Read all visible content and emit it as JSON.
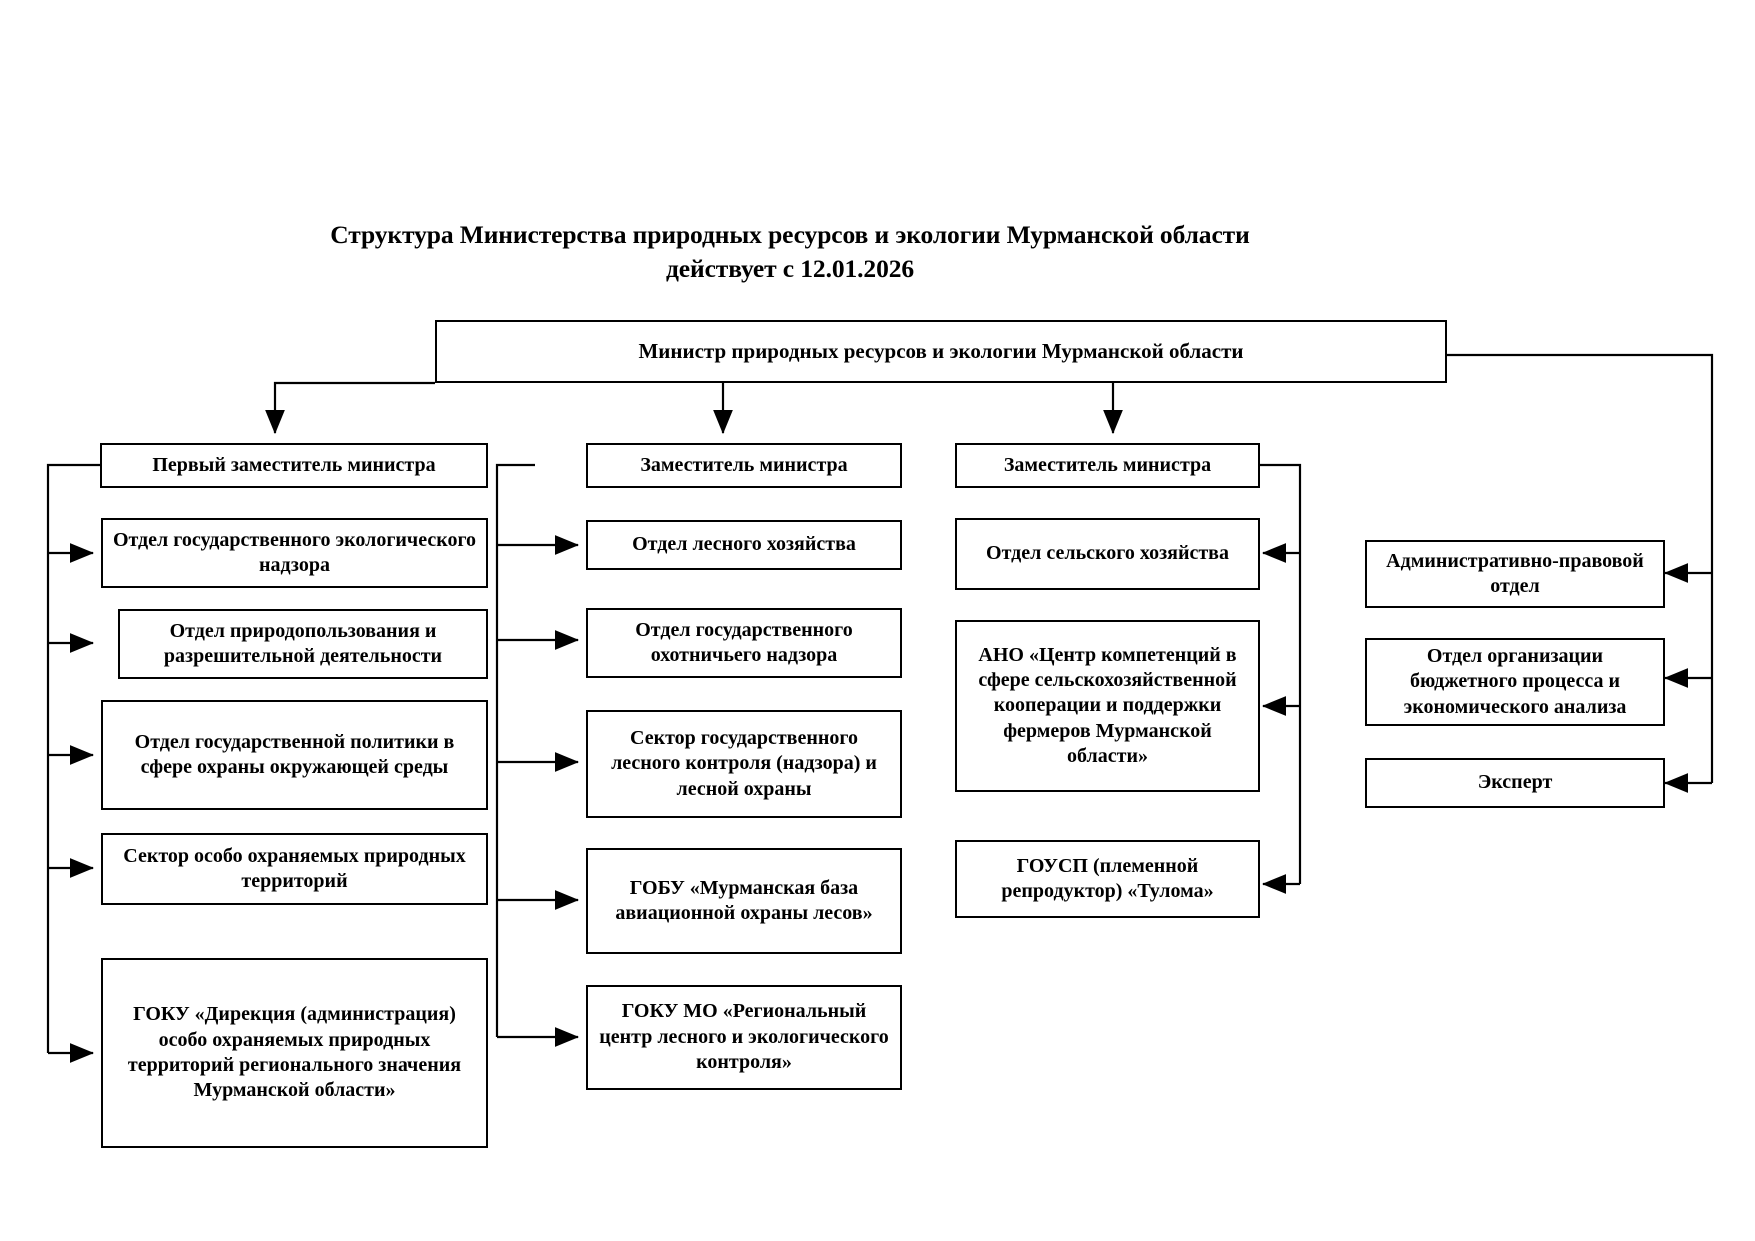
{
  "title": {
    "line1": "Структура Министерства природных ресурсов и экологии Мурманской области",
    "line2": "действует с 12.01.2026"
  },
  "chart_data": {
    "type": "diagram",
    "diagram_kind": "organizational-hierarchy-chart",
    "orientation": "top-down",
    "title": "Структура Министерства природных ресурсов и экологии Мурманской области",
    "subtitle": "действует с 12.01.2026",
    "style": {
      "box_fill": "#ffffff",
      "box_border": "#000000",
      "text_color": "#000000",
      "connector_color": "#000000"
    },
    "nodes": [
      {
        "id": "minister",
        "label": "Министр природных ресурсов и экологии Мурманской области",
        "level": 0
      },
      {
        "id": "first-deputy",
        "label": "Первый заместитель министра",
        "level": 1,
        "parent": "minister",
        "column": 1
      },
      {
        "id": "deputy-2",
        "label": "Заместитель министра",
        "level": 1,
        "parent": "minister",
        "column": 2
      },
      {
        "id": "deputy-3",
        "label": "Заместитель министра",
        "level": 1,
        "parent": "minister",
        "column": 3
      },
      {
        "id": "c1-1",
        "label": "Отдел государственного экологического надзора",
        "level": 2,
        "parent": "first-deputy",
        "column": 1
      },
      {
        "id": "c1-2",
        "label": "Отдел природопользования и разрешительной деятельности",
        "level": 2,
        "parent": "first-deputy",
        "column": 1
      },
      {
        "id": "c1-3",
        "label": "Отдел государственной политики в сфере охраны окружающей среды",
        "level": 2,
        "parent": "first-deputy",
        "column": 1
      },
      {
        "id": "c1-4",
        "label": "Сектор особо охраняемых природных территорий",
        "level": 2,
        "parent": "first-deputy",
        "column": 1
      },
      {
        "id": "c1-5",
        "label": "ГОКУ «Дирекция (администрация) особо охраняемых природных территорий регионального значения Мурманской области»",
        "level": 2,
        "parent": "first-deputy",
        "column": 1
      },
      {
        "id": "c2-1",
        "label": "Отдел лесного хозяйства",
        "level": 2,
        "parent": "deputy-2",
        "column": 2
      },
      {
        "id": "c2-2",
        "label": "Отдел государственного охотничьего надзора",
        "level": 2,
        "parent": "deputy-2",
        "column": 2
      },
      {
        "id": "c2-3",
        "label": "Сектор государственного лесного контроля (надзора) и лесной охраны",
        "level": 2,
        "parent": "deputy-2",
        "column": 2
      },
      {
        "id": "c2-4",
        "label": "ГОБУ «Мурманская база авиационной охраны лесов»",
        "level": 2,
        "parent": "deputy-2",
        "column": 2
      },
      {
        "id": "c2-5",
        "label": "ГОКУ МО «Региональный центр лесного и экологического контроля»",
        "level": 2,
        "parent": "deputy-2",
        "column": 2
      },
      {
        "id": "c3-1",
        "label": "Отдел сельского хозяйства",
        "level": 2,
        "parent": "deputy-3",
        "column": 3
      },
      {
        "id": "c3-2",
        "label": "АНО «Центр компетенций в сфере сельскохозяйственной кооперации и поддержки фермеров Мурманской области»",
        "level": 2,
        "parent": "deputy-3",
        "column": 3
      },
      {
        "id": "c3-3",
        "label": "ГОУСП (племенной репродуктор) «Тулома»",
        "level": 2,
        "parent": "deputy-3",
        "column": 3
      },
      {
        "id": "c4-1",
        "label": "Административно-правовой отдел",
        "level": 1,
        "parent": "minister",
        "column": 4
      },
      {
        "id": "c4-2",
        "label": "Отдел организации бюджетного процесса и экономического анализа",
        "level": 1,
        "parent": "minister",
        "column": 4
      },
      {
        "id": "c4-3",
        "label": "Эксперт",
        "level": 1,
        "parent": "minister",
        "column": 4
      }
    ],
    "edges": [
      {
        "from": "minister",
        "to": "first-deputy",
        "arrow": "down"
      },
      {
        "from": "minister",
        "to": "deputy-2",
        "arrow": "down"
      },
      {
        "from": "minister",
        "to": "deputy-3",
        "arrow": "down"
      },
      {
        "from": "first-deputy",
        "to": "c1-1",
        "arrow": "right"
      },
      {
        "from": "first-deputy",
        "to": "c1-2",
        "arrow": "right"
      },
      {
        "from": "first-deputy",
        "to": "c1-3",
        "arrow": "right"
      },
      {
        "from": "first-deputy",
        "to": "c1-4",
        "arrow": "right"
      },
      {
        "from": "first-deputy",
        "to": "c1-5",
        "arrow": "right"
      },
      {
        "from": "deputy-2",
        "to": "c2-1",
        "arrow": "right"
      },
      {
        "from": "deputy-2",
        "to": "c2-2",
        "arrow": "right"
      },
      {
        "from": "deputy-2",
        "to": "c2-3",
        "arrow": "right"
      },
      {
        "from": "deputy-2",
        "to": "c2-4",
        "arrow": "right"
      },
      {
        "from": "deputy-2",
        "to": "c2-5",
        "arrow": "right"
      },
      {
        "from": "deputy-3",
        "to": "c3-1",
        "arrow": "left"
      },
      {
        "from": "deputy-3",
        "to": "c3-2",
        "arrow": "left"
      },
      {
        "from": "deputy-3",
        "to": "c3-3",
        "arrow": "left"
      },
      {
        "from": "minister",
        "to": "c4-1",
        "arrow": "left"
      },
      {
        "from": "minister",
        "to": "c4-2",
        "arrow": "left"
      },
      {
        "from": "minister",
        "to": "c4-3",
        "arrow": "left"
      }
    ]
  }
}
